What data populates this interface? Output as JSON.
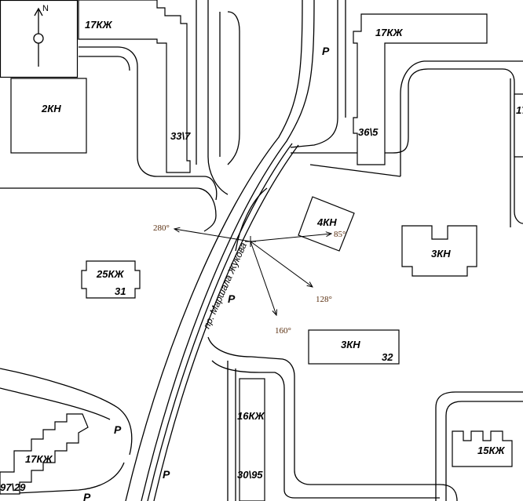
{
  "compass": {
    "north_label": "N"
  },
  "street_name": "пр. Маршала Жукова",
  "buildings": {
    "b17kzh_nw": "17КЖ",
    "b2kn": "2КН",
    "b33_7": "33\\7",
    "b17kzh_ne": "17КЖ",
    "b36_5": "36\\5",
    "b17_edge": "17",
    "b4kn": "4КН",
    "b3kn_e": "3КН",
    "b25kzh": "25КЖ",
    "b25kzh_num": "31",
    "b3kn_s": "3КН",
    "b3kn_s_num": "32",
    "b16kzh": "16КЖ",
    "b30_95": "30\\95",
    "b17kzh_sw": "17КЖ",
    "b97_29": "97\\29",
    "b15kzh": "15КЖ"
  },
  "parking": {
    "p1": "P",
    "p2": "P",
    "p3": "P",
    "p4": "P",
    "p5": "P"
  },
  "bearings": {
    "b280": "280°",
    "b85": "85°",
    "b128": "128°",
    "b160": "160°"
  },
  "colors": {
    "lines": "#000000",
    "bearing_text": "#5a2f0f",
    "background": "#ffffff"
  }
}
